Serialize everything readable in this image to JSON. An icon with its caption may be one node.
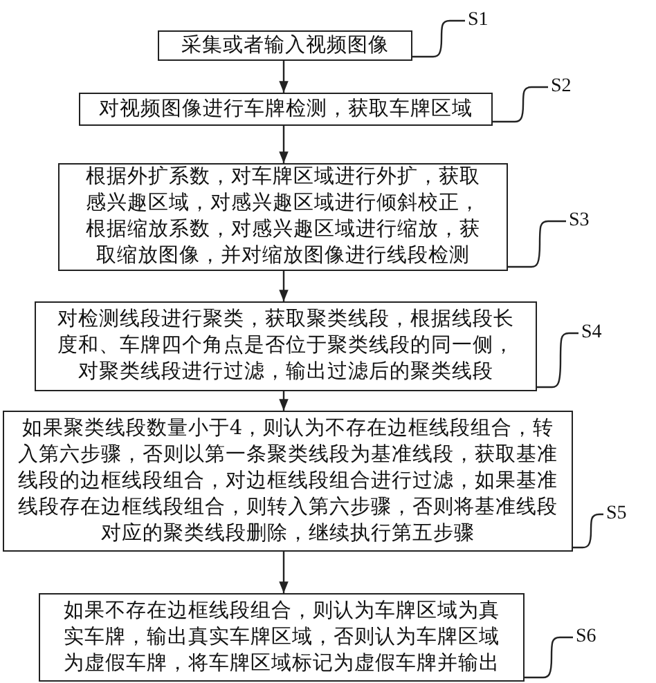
{
  "diagram": {
    "nodes": [
      {
        "text": [
          "S1"
        ]
      },
      {
        "text": [
          "采集或者输入视频图像"
        ]
      },
      {
        "text": [
          "S2"
        ]
      },
      {
        "text": [
          "对视频图像进行车牌检测，获取车牌区域"
        ]
      },
      {
        "text": [
          "根据外扩系数，对车牌区域进行外扩，获取感兴趣区域，对感兴趣区域进行倾斜校正，根据缩放系数，对感兴趣区域进行缩放，获取缩放图像，并对缩放图像进行线段检测"
        ]
      },
      {
        "text": [
          "S3"
        ]
      },
      {
        "text": [
          "对检测线段进行聚类，获取聚类线段，根据线段长度和、车牌四个角点是否位于聚类线段的同一侧，对聚类线段进行过滤，输出过滤后的聚类线段"
        ]
      },
      {
        "text": [
          "S4"
        ]
      },
      {
        "text": [
          "如果聚类线段数量小于4，则认为不存在边框线段组合，转入第六步骤，否则以第一条聚类线段为基准线段，获取基准线段的边框线段组合，对边框线段组合进行过滤，如果基准线段存在边框线段组合，则转入第六步骤，否则将基准线段对应的聚类线段删除，继续执行第五步骤"
        ]
      },
      {
        "text": [
          "S5"
        ]
      },
      {
        "text": [
          "如果不存在边框线段组合，则认为车牌区域为真实车牌，输出真实车牌区域，否则认为车牌区域为虚假车牌，将车牌区域标记为虚假车牌并输出"
        ]
      },
      {
        "text": [
          "S6"
        ]
      }
    ],
    "edges": [
      {
        "from": 1,
        "to": 3,
        "arrow": "to"
      },
      {
        "from": 3,
        "to": 4,
        "arrow": "to"
      },
      {
        "from": 4,
        "to": 6,
        "arrow": "to"
      },
      {
        "from": 6,
        "to": 8,
        "arrow": "to"
      },
      {
        "from": 8,
        "to": 10,
        "arrow": "to"
      },
      {
        "from": 0,
        "to": 1,
        "arrow": "none"
      },
      {
        "from": 2,
        "to": 3,
        "arrow": "none"
      },
      {
        "from": 5,
        "to": 4,
        "arrow": "none"
      },
      {
        "from": 7,
        "to": 6,
        "arrow": "none"
      },
      {
        "from": 9,
        "to": 8,
        "arrow": "none"
      },
      {
        "from": 11,
        "to": 10,
        "arrow": "none"
      }
    ]
  }
}
